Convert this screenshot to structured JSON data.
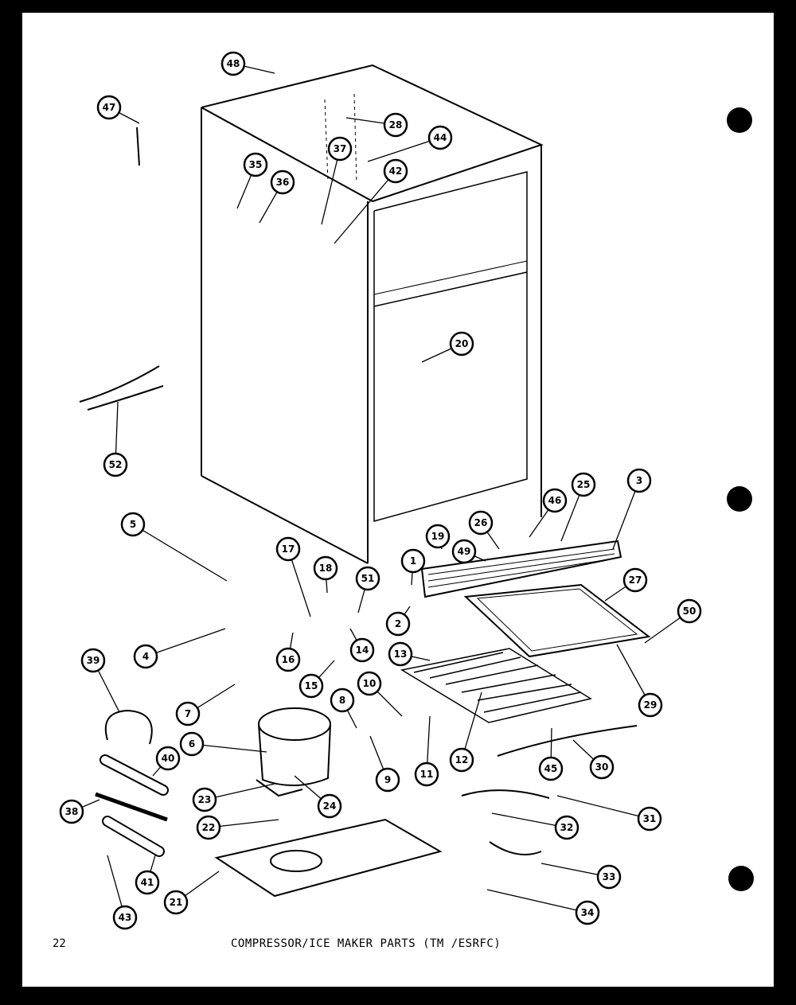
{
  "page": {
    "number": "22",
    "caption": "COMPRESSOR/ICE MAKER PARTS (TM /ESRFC)"
  },
  "callouts": [
    "48",
    "47",
    "28",
    "44",
    "37",
    "42",
    "35",
    "36",
    "20",
    "52",
    "3",
    "25",
    "46",
    "26",
    "49",
    "19",
    "1",
    "2",
    "27",
    "50",
    "13",
    "29",
    "12",
    "17",
    "18",
    "51",
    "5",
    "4",
    "16",
    "14",
    "15",
    "39",
    "7",
    "8",
    "10",
    "6",
    "9",
    "11",
    "45",
    "30",
    "40",
    "23",
    "24",
    "38",
    "22",
    "31",
    "32",
    "33",
    "34",
    "41",
    "21",
    "43"
  ]
}
